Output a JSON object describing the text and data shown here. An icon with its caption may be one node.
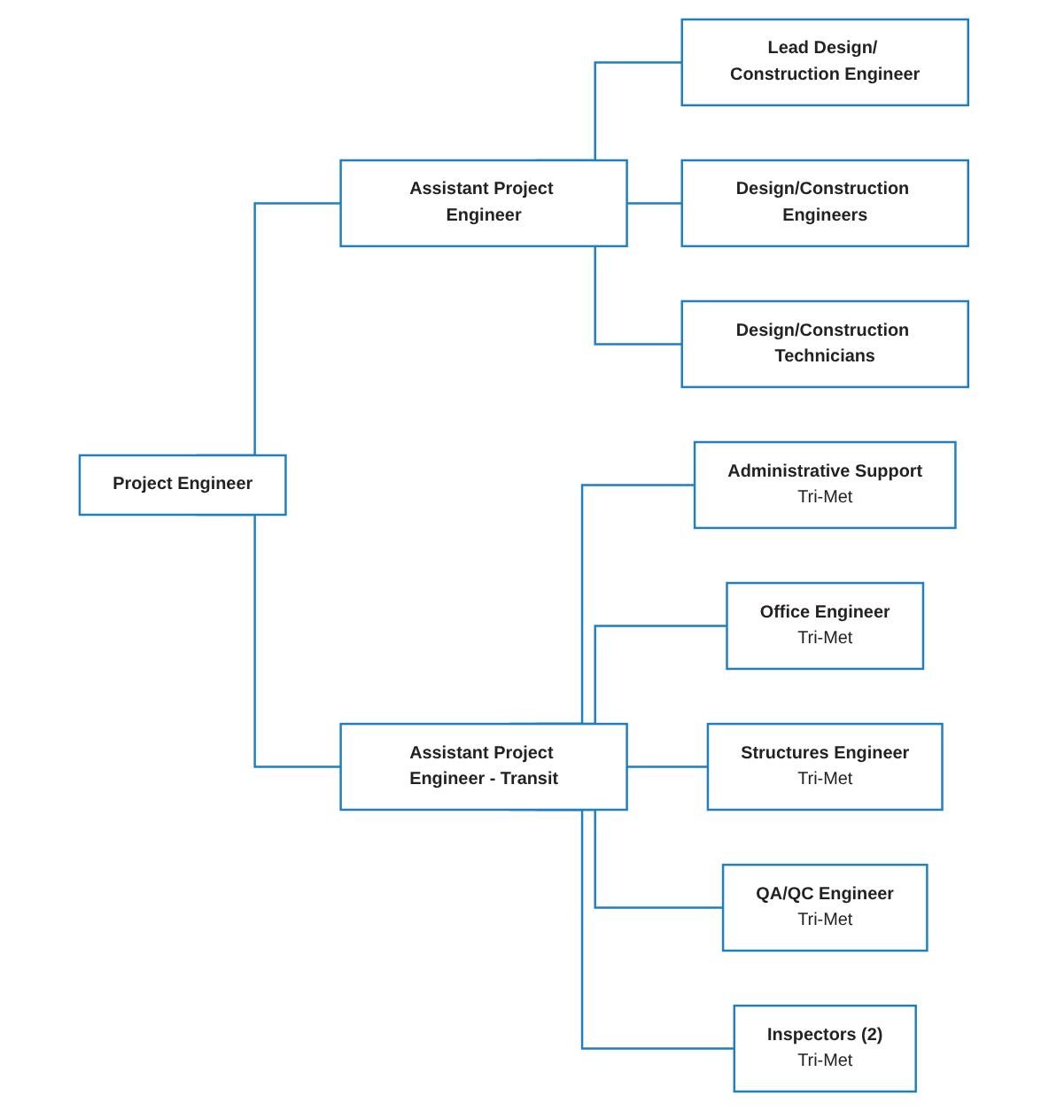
{
  "diagram": {
    "nodes": [
      {
        "text": [
          "Project Engineer"
        ]
      },
      {
        "text": [
          "Assistant Project Engineer"
        ]
      },
      {
        "text": [
          "Assistant Project Engineer - Transit"
        ]
      },
      {
        "text": [
          "Lead Design/ Construction Engineer"
        ]
      },
      {
        "text": [
          "Design/Construction Engineers"
        ]
      },
      {
        "text": [
          "Design/Construction Technicians"
        ]
      },
      {
        "text": [
          "Administrative Support",
          "Tri-Met"
        ]
      },
      {
        "text": [
          "Office Engineer",
          "Tri-Met"
        ]
      },
      {
        "text": [
          "Structures Engineer",
          "Tri-Met"
        ]
      },
      {
        "text": [
          "QA/QC Engineer",
          "Tri-Met"
        ]
      },
      {
        "text": [
          "Inspectors (2)",
          "Tri-Met"
        ]
      }
    ],
    "edges": [
      {
        "from": 0,
        "to": 1,
        "arrow": "none"
      },
      {
        "from": 0,
        "to": 2,
        "arrow": "none"
      },
      {
        "from": 1,
        "to": 3,
        "arrow": "none"
      },
      {
        "from": 1,
        "to": 4,
        "arrow": "none"
      },
      {
        "from": 1,
        "to": 5,
        "arrow": "none"
      },
      {
        "from": 2,
        "to": 6,
        "arrow": "none"
      },
      {
        "from": 2,
        "to": 7,
        "arrow": "none"
      },
      {
        "from": 2,
        "to": 8,
        "arrow": "none"
      },
      {
        "from": 2,
        "to": 9,
        "arrow": "none"
      },
      {
        "from": 2,
        "to": 10,
        "arrow": "none"
      }
    ]
  }
}
